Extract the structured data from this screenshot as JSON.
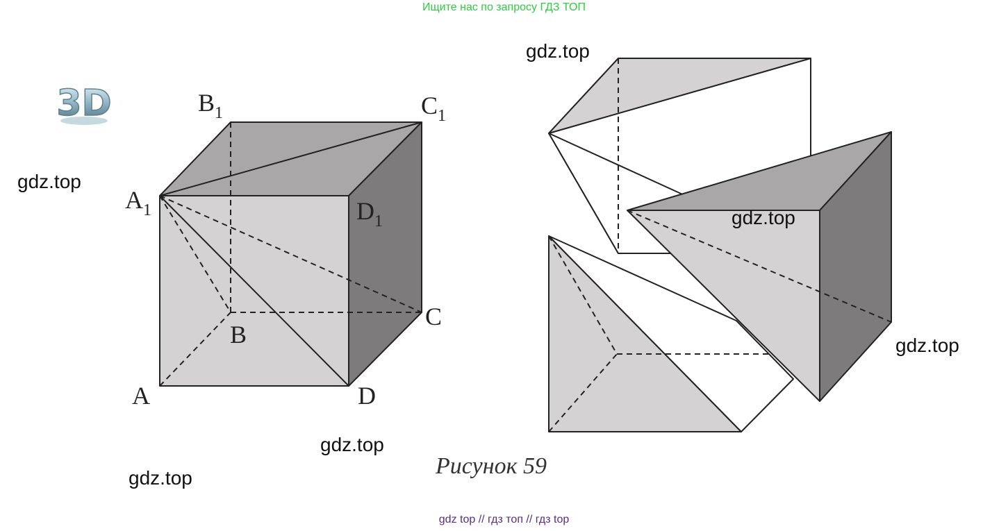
{
  "banner": "Ищите нас по запросу ГДЗ ТОП",
  "logo": {
    "text": "3D",
    "icon": "3d-logo-icon"
  },
  "watermarks": [
    "gdz.top",
    "gdz.top",
    "gdz.top",
    "gdz.top",
    "gdz.top",
    "gdz.top"
  ],
  "cube_labels": {
    "B": "B",
    "B1_base": "B",
    "B1_sub": "1",
    "C1_base": "C",
    "C1_sub": "1",
    "A1_base": "A",
    "A1_sub": "1",
    "D1_base": "D",
    "D1_sub": "1",
    "C": "C",
    "A": "A",
    "D": "D"
  },
  "caption": "Рисунок 59",
  "footer": "gdz top  //  гдз топ  //  гдз top",
  "colors": {
    "banner": "#2ecc40",
    "footer": "#5a2d82",
    "face_light": "#d4d2d3",
    "face_top": "#a9a7a8",
    "face_dark": "#7d7b7c"
  }
}
